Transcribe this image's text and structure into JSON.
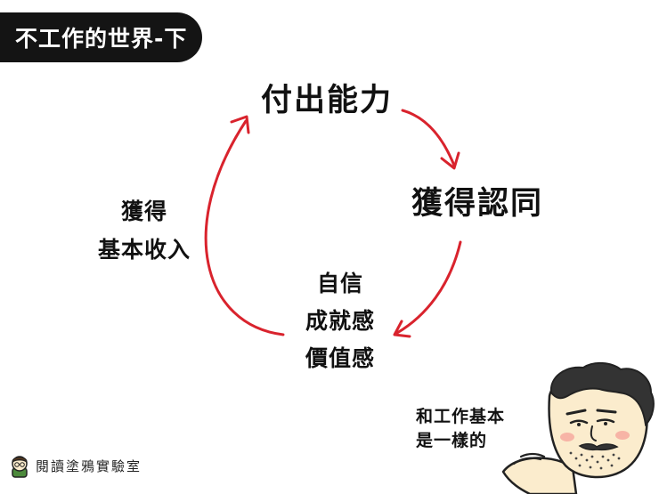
{
  "header": {
    "title": "不工作的世界-下"
  },
  "cycle": {
    "top": "付出能力",
    "right": "獲得認同",
    "bottom": [
      "自信",
      "成就感",
      "價值感"
    ],
    "left": [
      "獲得",
      "基本收入"
    ]
  },
  "speech": {
    "lines": [
      "和工作基本",
      "是一樣的"
    ]
  },
  "brand": {
    "name": "閱讀塗鴉實驗室"
  },
  "colors": {
    "arrow": "#d9232d",
    "tab_bg": "#141414",
    "skin": "#fbeccd",
    "blush": "#f7b4a6",
    "hair": "#333333"
  },
  "icons": {
    "brand_avatar": "brand-avatar-icon",
    "character": "character-illustration"
  }
}
